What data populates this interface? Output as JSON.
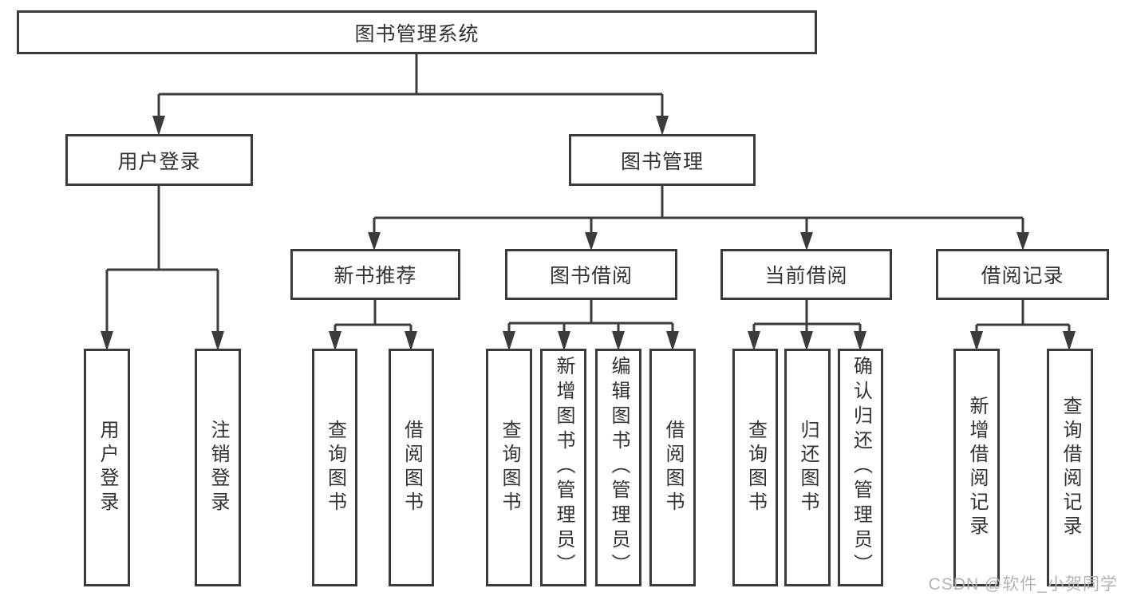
{
  "diagram_title": "图书管理系统",
  "colors": {
    "line": "#3b3b3b",
    "box_border": "#3b3b3b",
    "text": "#333333",
    "background": "#ffffff",
    "watermark": "#b3b3b3"
  },
  "tree": {
    "root": {
      "label": "图书管理系统"
    },
    "branches": [
      {
        "label": "用户登录",
        "children": [
          {
            "label": "用户登录"
          },
          {
            "label": "注销登录"
          }
        ]
      },
      {
        "label": "图书管理",
        "children": [
          {
            "label": "新书推荐",
            "children": [
              {
                "label": "查询图书"
              },
              {
                "label": "借阅图书"
              }
            ]
          },
          {
            "label": "图书借阅",
            "children": [
              {
                "label": "查询图书"
              },
              {
                "label": "新增图书（管理员）"
              },
              {
                "label": "编辑图书（管理员）"
              },
              {
                "label": "借阅图书"
              }
            ]
          },
          {
            "label": "当前借阅",
            "children": [
              {
                "label": "查询图书"
              },
              {
                "label": "归还图书"
              },
              {
                "label": "确认归还（管理员）"
              }
            ]
          },
          {
            "label": "借阅记录",
            "children": [
              {
                "label": "新增借阅记录"
              },
              {
                "label": "查询借阅记录"
              }
            ]
          }
        ]
      }
    ]
  },
  "watermark": {
    "text": "CSDN @软件_小贺同学"
  }
}
